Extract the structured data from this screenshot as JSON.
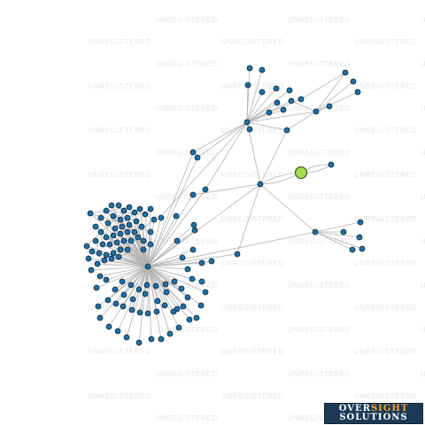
{
  "watermark": {
    "text": "UNREGISTERED"
  },
  "logo": {
    "over": "OVER",
    "sight": "SIGHT",
    "line2": "SOLUTIONS"
  },
  "colors": {
    "node": "#1f6fa8",
    "focus_node": "#a7db52",
    "edge": "#b3b3b3"
  },
  "graph": {
    "focus_node_count": 1,
    "node_count": 150
  }
}
